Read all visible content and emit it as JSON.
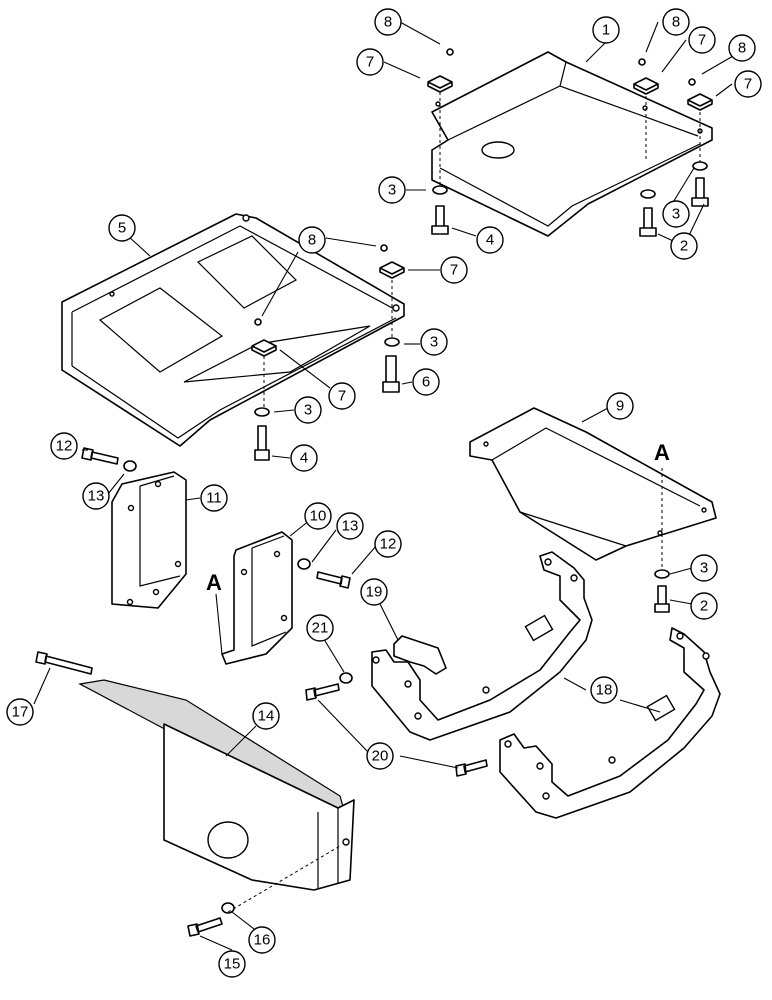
{
  "callouts": {
    "c1": "1",
    "c2a": "2",
    "c2b": "2",
    "c3a": "3",
    "c3b": "3",
    "c3c": "3",
    "c3d": "3",
    "c3e": "3",
    "c4a": "4",
    "c4b": "4",
    "c5": "5",
    "c6": "6",
    "c7a": "7",
    "c7b": "7",
    "c7c": "7",
    "c7d": "7",
    "c7e": "7",
    "c8a": "8",
    "c8b": "8",
    "c8c": "8",
    "c8d": "8",
    "c9": "9",
    "c10": "10",
    "c11": "11",
    "c12a": "12",
    "c12b": "12",
    "c13a": "13",
    "c13b": "13",
    "c14": "14",
    "c15": "15",
    "c16": "16",
    "c17": "17",
    "c18": "18",
    "c19": "19",
    "c20": "20",
    "c21": "21"
  },
  "reference_markers": {
    "a_upper": "A",
    "a_lower": "A"
  }
}
